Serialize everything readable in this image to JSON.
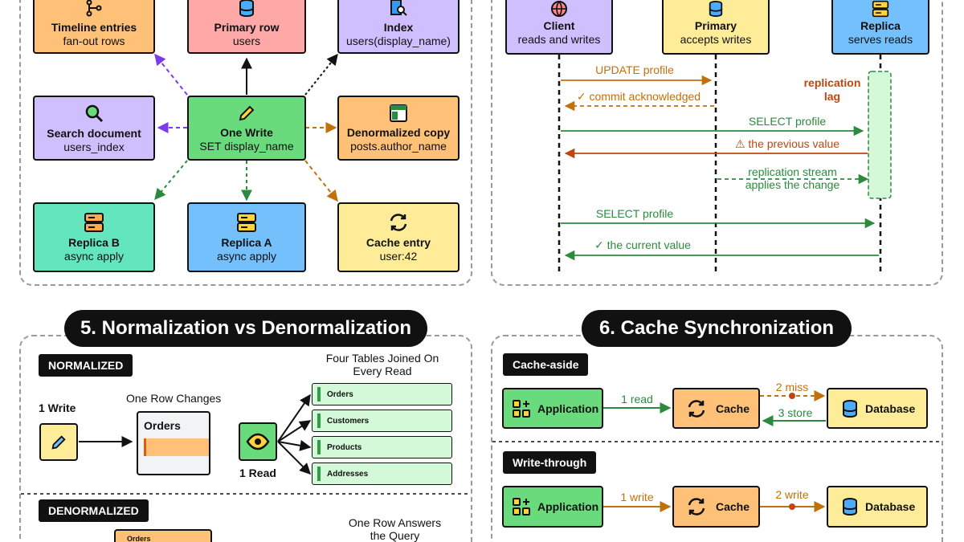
{
  "panel_fanout": {
    "nodes": {
      "timeline": {
        "title": "Timeline entries",
        "sub": "fan-out rows",
        "icon": "branch-icon"
      },
      "primary_row": {
        "title": "Primary row",
        "sub": "users",
        "icon": "database-icon"
      },
      "index": {
        "title": "Index",
        "sub": "users(display_name)",
        "icon": "index-search-icon"
      },
      "search_doc": {
        "title": "Search document",
        "sub": "users_index",
        "icon": "magnifier-icon"
      },
      "one_write": {
        "title": "One Write",
        "sub": "SET display_name",
        "icon": "pencil-icon"
      },
      "denorm_copy": {
        "title": "Denormalized copy",
        "sub": "posts.author_name",
        "icon": "layout-icon"
      },
      "replica_b": {
        "title": "Replica B",
        "sub": "async apply",
        "icon": "server-icon"
      },
      "replica_a": {
        "title": "Replica A",
        "sub": "async apply",
        "icon": "server-icon"
      },
      "cache_entry": {
        "title": "Cache entry",
        "sub": "user:42",
        "icon": "sync-icon"
      }
    }
  },
  "panel_replication": {
    "client": {
      "title": "Client",
      "sub": "reads and writes",
      "icon": "globe-icon"
    },
    "primary": {
      "title": "Primary",
      "sub": "accepts writes",
      "icon": "database-icon"
    },
    "replica": {
      "title": "Replica",
      "sub": "serves reads",
      "icon": "server-icon"
    },
    "lag_label_1": "replication",
    "lag_label_2": "lag",
    "messages": {
      "update": "UPDATE profile",
      "commit": "✓ commit acknowledged",
      "select1": "SELECT profile",
      "previous": "⚠ the previous value",
      "stream_1": "replication stream",
      "stream_2": "applies the change",
      "select2": "SELECT profile",
      "current": "✓ the current value"
    },
    "colors": {
      "orange": "#c2700a",
      "green": "#2b8a3e",
      "red": "#c0450e"
    }
  },
  "section5": {
    "title": "5. Normalization vs Denormalization",
    "normalized_tag": "NORMALIZED",
    "one_write": "1 Write",
    "one_row_changes": "One Row Changes",
    "orders_box": "Orders",
    "one_read": "1 Read",
    "four_tables_1": "Four Tables Joined On",
    "four_tables_2": "Every Read",
    "tables": [
      "Orders",
      "Customers",
      "Products",
      "Addresses"
    ],
    "denormalized_tag": "DENORMALIZED",
    "denorm_orders": "Orders",
    "one_row_answers_1": "One Row Answers",
    "one_row_answers_2": "the Query"
  },
  "section6": {
    "title": "6. Cache Synchronization",
    "cache_aside": {
      "tag": "Cache-aside",
      "application": "Application",
      "cache": "Cache",
      "database": "Database",
      "read": "1 read",
      "miss": "2 miss",
      "store": "3 store"
    },
    "write_through": {
      "tag": "Write-through",
      "application": "Application",
      "cache": "Cache",
      "database": "Database",
      "write1": "1 write",
      "write2": "2 write"
    }
  }
}
